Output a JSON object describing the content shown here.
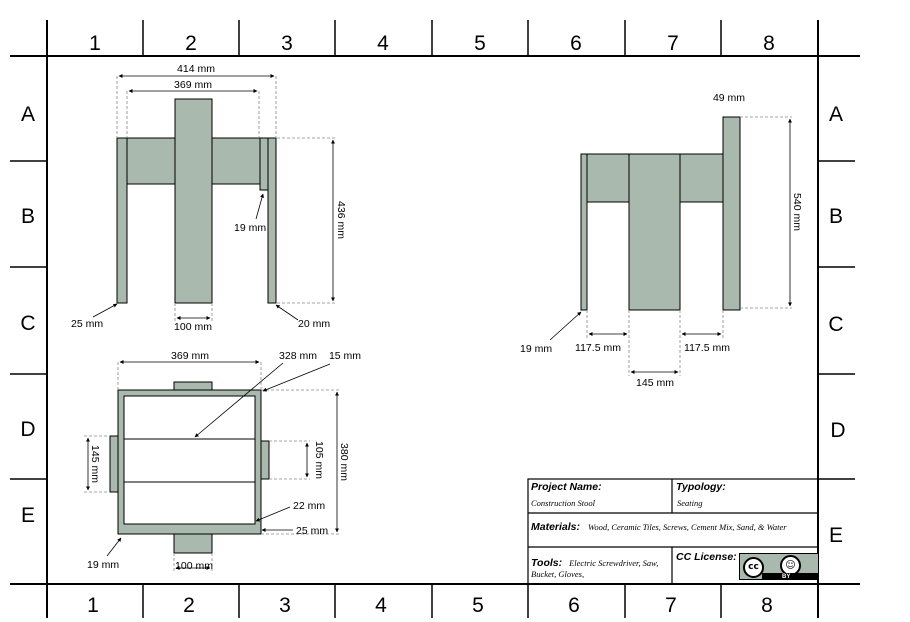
{
  "grid": {
    "columns": [
      "1",
      "2",
      "3",
      "4",
      "5",
      "6",
      "7",
      "8"
    ],
    "rows": [
      "A",
      "B",
      "C",
      "D",
      "E"
    ]
  },
  "front_view": {
    "overall_width": "414 mm",
    "seat_width": "369 mm",
    "height": "436 mm",
    "seat_depth": "19 mm",
    "leg_left": "25 mm",
    "center_post": "100 mm",
    "leg_right": "20 mm"
  },
  "side_view": {
    "back_thickness": "49 mm",
    "height": "540 mm",
    "leg": "19 mm",
    "gap_left": "117.5 mm",
    "gap_right": "117.5 mm",
    "center_post": "145 mm"
  },
  "top_view": {
    "width": "369 mm",
    "inner": "328 mm",
    "edge": "15 mm",
    "left_tab": "145 mm",
    "right_tab": "105 mm",
    "depth": "380 mm",
    "slat": "22 mm",
    "bottom_right": "25 mm",
    "bottom_left": "19 mm",
    "bottom_tab": "100 mm"
  },
  "title_block": {
    "project_label": "Project Name:",
    "project_value": "Construction Stool",
    "typology_label": "Typology:",
    "typology_value": "Seating",
    "materials_label": "Materials:",
    "materials_value": "Wood, Ceramic Tiles, Screws, Cement Mix, Sand, & Water",
    "tools_label": "Tools:",
    "tools_value_1": "Electric Screwdriver, Saw,",
    "tools_value_2": "Bucket, Gloves,",
    "license_label": "CC License:",
    "license_badge_cc": "cc",
    "license_badge_by": "BY"
  },
  "colors": {
    "fill": "#aab9ad",
    "line": "#000000",
    "dash": "#888888"
  }
}
